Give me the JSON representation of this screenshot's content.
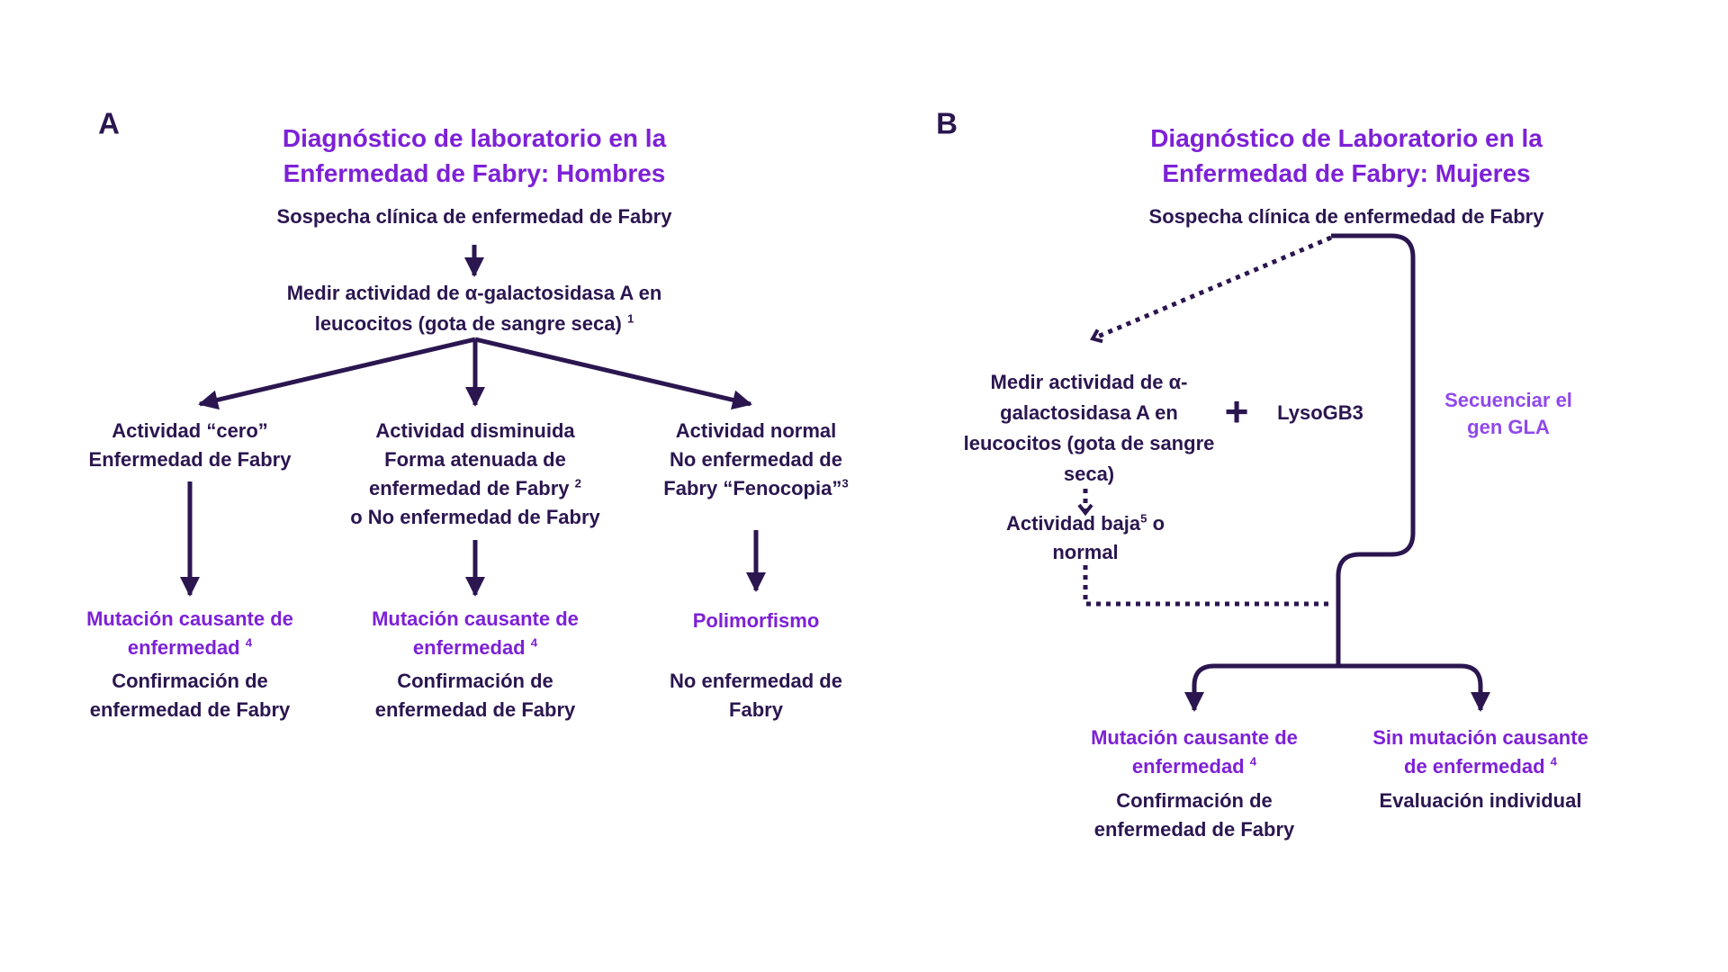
{
  "colors": {
    "dark": "#2b1650",
    "title_purple": "#7d21d6",
    "outcome_purple": "#7d21d6",
    "light_purple": "#9048eb"
  },
  "panel_a": {
    "label": "A",
    "title": [
      "Diagnóstico de laboratorio en la",
      "Enfermedad de Fabry: Hombres"
    ],
    "suspicion": "Sospecha clínica de enfermedad de Fabry",
    "measure": {
      "line1": "Medir actividad de α-galactosidasa A en",
      "line2_pre": "leucocitos (gota de sangre seca) ",
      "line2_sup": "1"
    },
    "branch_left": {
      "line1": "Actividad “cero”",
      "line2": "Enfermedad de Fabry"
    },
    "branch_mid": {
      "line1": "Actividad disminuida",
      "line2": "Forma atenuada de",
      "line3_pre": "enfermedad de Fabry ",
      "line3_sup": "2",
      "line4": "o No enfermedad de Fabry"
    },
    "branch_right": {
      "line1": "Actividad normal",
      "line2": "No enfermedad de",
      "line3_pre": "Fabry “Fenocopia”",
      "line3_sup": "3"
    },
    "outcome_left": {
      "purple_line1": "Mutación causante de",
      "purple_line2_pre": "enfermedad ",
      "purple_line2_sup": "4",
      "dark_line1": "Confirmación de",
      "dark_line2": "enfermedad de Fabry"
    },
    "outcome_mid": {
      "purple_line1": "Mutación causante de",
      "purple_line2_pre": "enfermedad ",
      "purple_line2_sup": "4",
      "dark_line1": "Confirmación de",
      "dark_line2": "enfermedad de Fabry"
    },
    "outcome_right": {
      "purple": "Polimorfismo",
      "dark_line1": "No enfermedad de",
      "dark_line2": "Fabry"
    }
  },
  "panel_b": {
    "label": "B",
    "title": [
      "Diagnóstico de Laboratorio en la",
      "Enfermedad de Fabry: Mujeres"
    ],
    "suspicion": "Sospecha clínica de enfermedad de Fabry",
    "measure": {
      "line1": "Medir actividad de α-",
      "line2": "galactosidasa A en",
      "line3": "leucocitos (gota de sangre",
      "line4": "seca)"
    },
    "plus": "+",
    "lysogb3": "LysoGB3",
    "sequence_gla": {
      "line1": "Secuenciar el",
      "line2": "gen GLA"
    },
    "activity": {
      "line1_pre": "Actividad baja",
      "line1_sup": "5",
      "line1_post": " o",
      "line2": "normal"
    },
    "outcome_left": {
      "purple_line1": "Mutación causante de",
      "purple_line2_pre": "enfermedad ",
      "purple_line2_sup": "4",
      "dark_line1": "Confirmación de",
      "dark_line2": "enfermedad de Fabry"
    },
    "outcome_right": {
      "purple_line1": "Sin mutación causante",
      "purple_line2_pre": "de enfermedad ",
      "purple_line2_sup": "4",
      "dark_line1": "Evaluación individual"
    }
  }
}
